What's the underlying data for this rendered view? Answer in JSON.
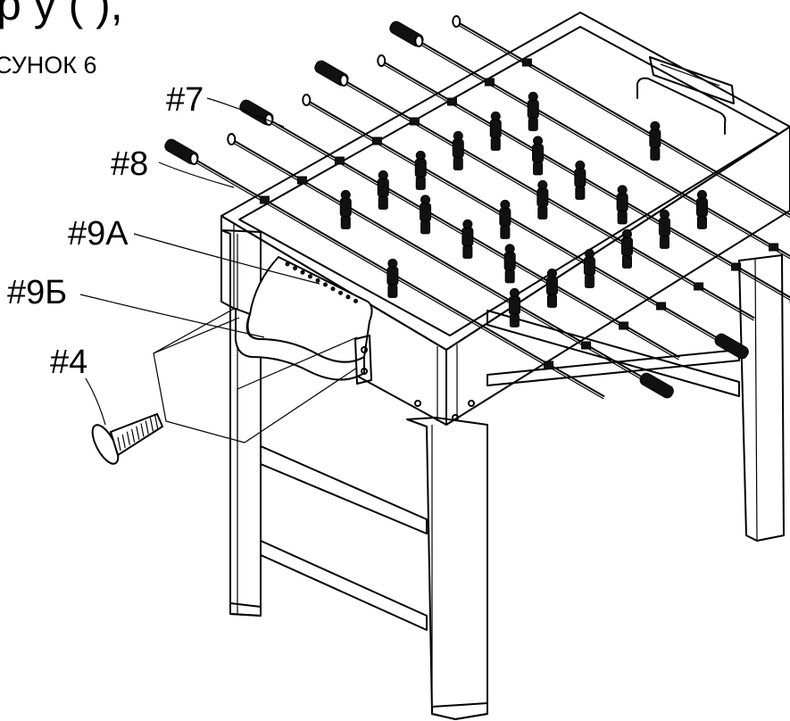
{
  "header": {
    "cut_text": "р                   у      (  ),"
  },
  "figure_label": "СУНОК 6",
  "callouts": {
    "c7": "#7",
    "c8": "#8",
    "c9a": "#9A",
    "c9b": "#9Б",
    "c4": "#4"
  },
  "parts": {
    "rods": 8,
    "players_per_row": [
      1,
      2,
      5,
      3,
      3,
      5,
      2,
      1
    ]
  },
  "colors": {
    "line": "#000000",
    "background": "#ffffff"
  },
  "icons": {
    "screw": "screw-icon",
    "handle": "rod-handle-icon",
    "player": "player-figure-icon"
  }
}
